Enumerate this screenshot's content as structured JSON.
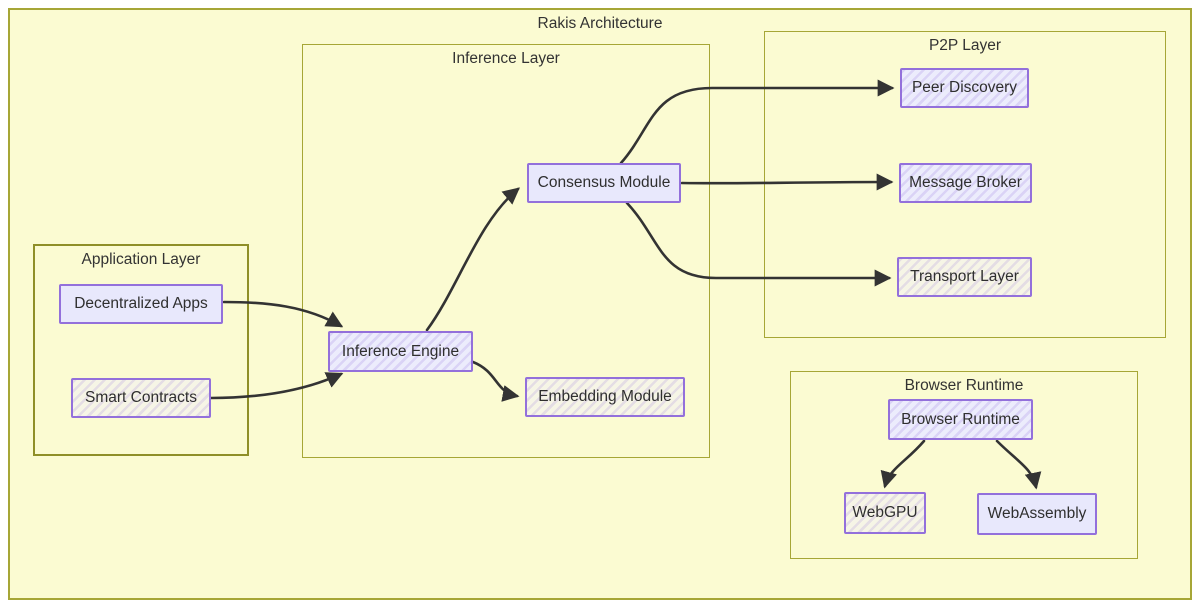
{
  "diagram": {
    "type": "flowchart",
    "title": "Rakis Architecture",
    "colors": {
      "canvas_background": "#fbfbd2",
      "container_border": "#a6a636",
      "node_fill": "#ececfc",
      "node_border": "#9370db",
      "edge_stroke": "#333333",
      "text": "#333333"
    },
    "containers": [
      {
        "id": "application_layer",
        "label": "Application Layer"
      },
      {
        "id": "inference_layer",
        "label": "Inference Layer"
      },
      {
        "id": "p2p_layer",
        "label": "P2P Layer"
      },
      {
        "id": "browser_runtime",
        "label": "Browser Runtime"
      }
    ],
    "nodes": [
      {
        "id": "decentralized_apps",
        "label": "Decentralized Apps",
        "container": "application_layer"
      },
      {
        "id": "smart_contracts",
        "label": "Smart Contracts",
        "container": "application_layer"
      },
      {
        "id": "inference_engine",
        "label": "Inference Engine",
        "container": "inference_layer"
      },
      {
        "id": "consensus_module",
        "label": "Consensus Module",
        "container": "inference_layer"
      },
      {
        "id": "embedding_module",
        "label": "Embedding Module",
        "container": "inference_layer"
      },
      {
        "id": "peer_discovery",
        "label": "Peer Discovery",
        "container": "p2p_layer"
      },
      {
        "id": "message_broker",
        "label": "Message Broker",
        "container": "p2p_layer"
      },
      {
        "id": "transport_layer",
        "label": "Transport Layer",
        "container": "p2p_layer"
      },
      {
        "id": "browser_runtime_node",
        "label": "Browser Runtime",
        "container": "browser_runtime"
      },
      {
        "id": "webgpu",
        "label": "WebGPU",
        "container": "browser_runtime"
      },
      {
        "id": "webassembly",
        "label": "WebAssembly",
        "container": "browser_runtime"
      }
    ],
    "edges": [
      {
        "from": "Decentralized Apps",
        "to": "Inference Engine"
      },
      {
        "from": "Smart Contracts",
        "to": "Inference Engine"
      },
      {
        "from": "Inference Engine",
        "to": "Consensus Module"
      },
      {
        "from": "Inference Engine",
        "to": "Embedding Module"
      },
      {
        "from": "Consensus Module",
        "to": "Peer Discovery"
      },
      {
        "from": "Consensus Module",
        "to": "Message Broker"
      },
      {
        "from": "Consensus Module",
        "to": "Transport Layer"
      },
      {
        "from": "Browser Runtime",
        "to": "WebGPU"
      },
      {
        "from": "Browser Runtime",
        "to": "WebAssembly"
      }
    ]
  }
}
